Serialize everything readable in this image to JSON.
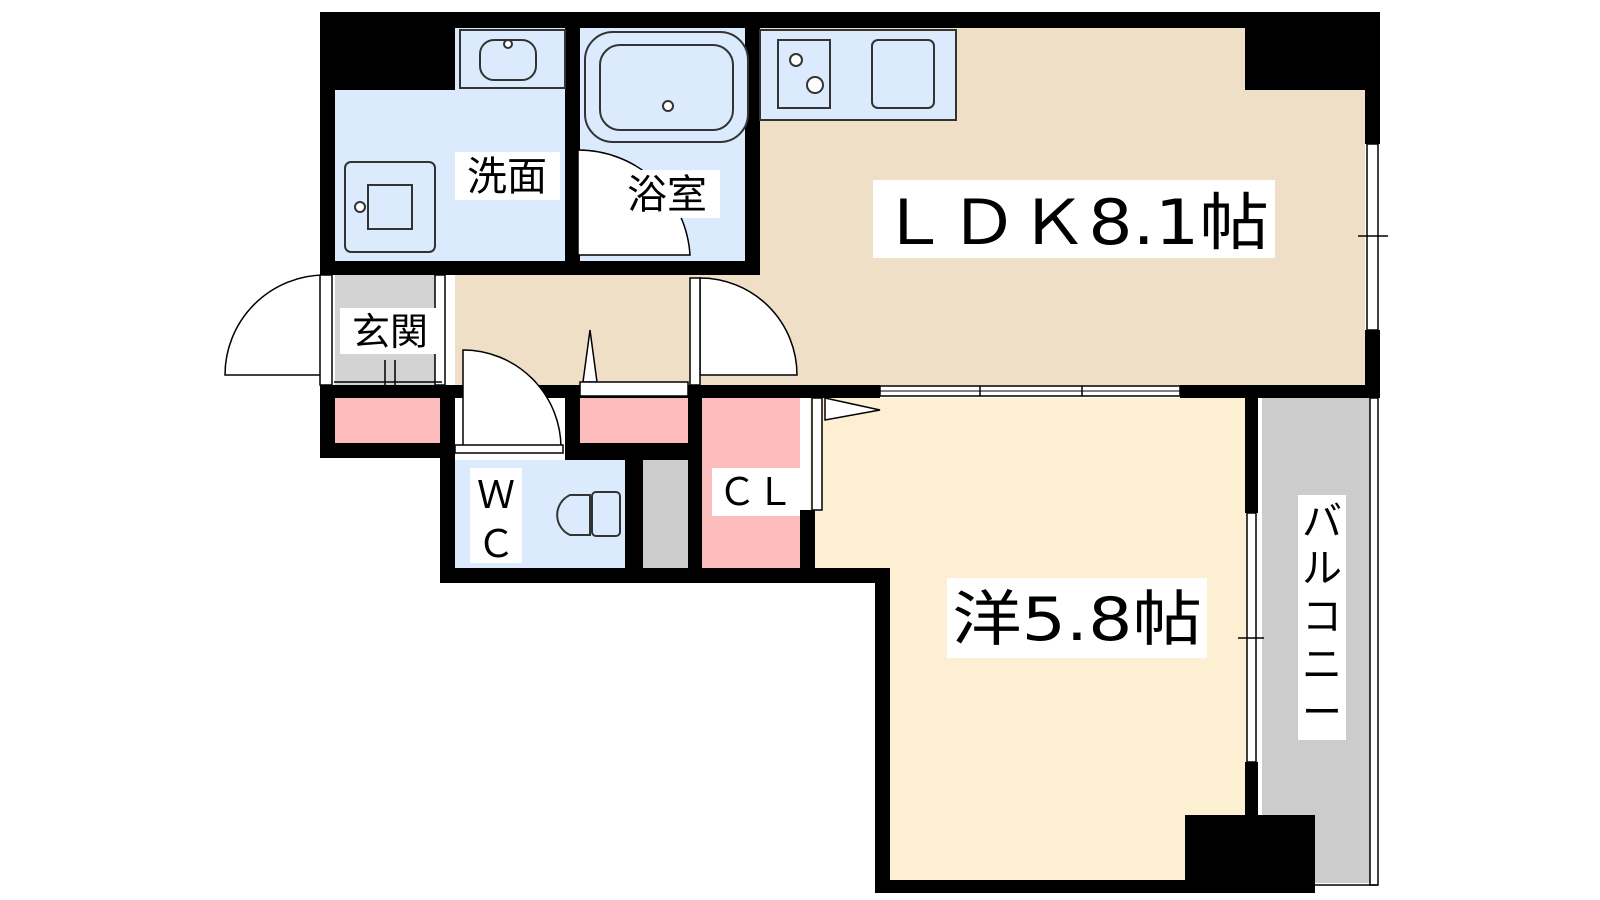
{
  "rooms": {
    "ldk": "ＬＤＫ8.1帖",
    "western": "洋5.8帖",
    "washroom": "洗面",
    "bathroom": "浴室",
    "entrance": "玄関",
    "wc_top": "Ｗ",
    "wc_bottom": "Ｃ",
    "closet": "ＣＬ",
    "balcony": [
      "バ",
      "ル",
      "コ",
      "ニ",
      "ー"
    ]
  },
  "colors": {
    "wall": "#000000",
    "ldk_floor": "#efdfc6",
    "western_floor": "#fcefd2",
    "wet_area": "#dbeafc",
    "storage": "#fcbcbc",
    "balcony": "#cccccc",
    "entrance_floor": "#d3d3d3",
    "label_bg": "#ffffff"
  }
}
